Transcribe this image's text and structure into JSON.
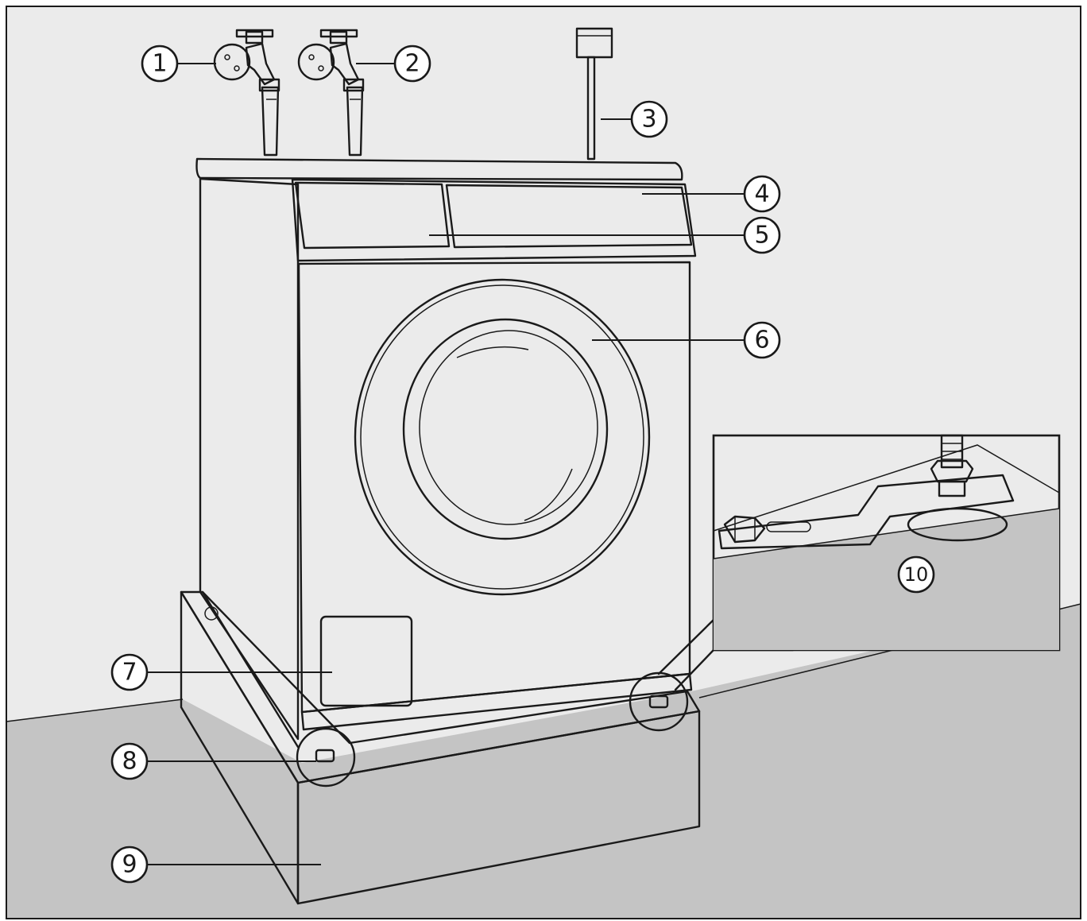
{
  "colors": {
    "wall": "#ebebeb",
    "floor": "#c4c4c4",
    "outline": "#1a1a1a",
    "machine": "#ffffff"
  },
  "callouts": [
    {
      "id": "callout-1",
      "label": "1",
      "icon": "water-tap-icon"
    },
    {
      "id": "callout-2",
      "label": "2",
      "icon": "water-tap-icon"
    },
    {
      "id": "callout-3",
      "label": "3",
      "icon": "power-socket-icon"
    },
    {
      "id": "callout-4",
      "label": "4"
    },
    {
      "id": "callout-5",
      "label": "5"
    },
    {
      "id": "callout-6",
      "label": "6"
    },
    {
      "id": "callout-7",
      "label": "7"
    },
    {
      "id": "callout-8",
      "label": "8"
    },
    {
      "id": "callout-9",
      "label": "9"
    },
    {
      "id": "callout-10",
      "label": "10",
      "icon": "mounting-bracket-icon"
    }
  ]
}
